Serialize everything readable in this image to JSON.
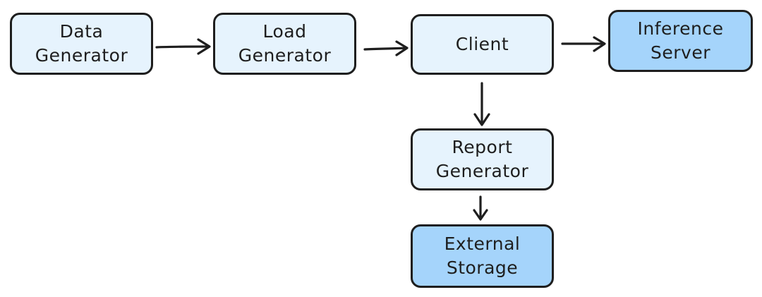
{
  "nodes": {
    "data_generator": "Data\nGenerator",
    "load_generator": "Load\nGenerator",
    "client": "Client",
    "inference_server": "Inference\nServer",
    "report_generator": "Report\nGenerator",
    "external_storage": "External\nStorage"
  },
  "colors": {
    "light_fill": "#e6f3fd",
    "dark_fill": "#a5d4fb",
    "stroke": "#1e1e1e"
  },
  "edges": [
    {
      "from": "Data Generator",
      "to": "Load Generator"
    },
    {
      "from": "Load Generator",
      "to": "Client"
    },
    {
      "from": "Client",
      "to": "Inference Server"
    },
    {
      "from": "Client",
      "to": "Report Generator"
    },
    {
      "from": "Report Generator",
      "to": "External Storage"
    }
  ]
}
